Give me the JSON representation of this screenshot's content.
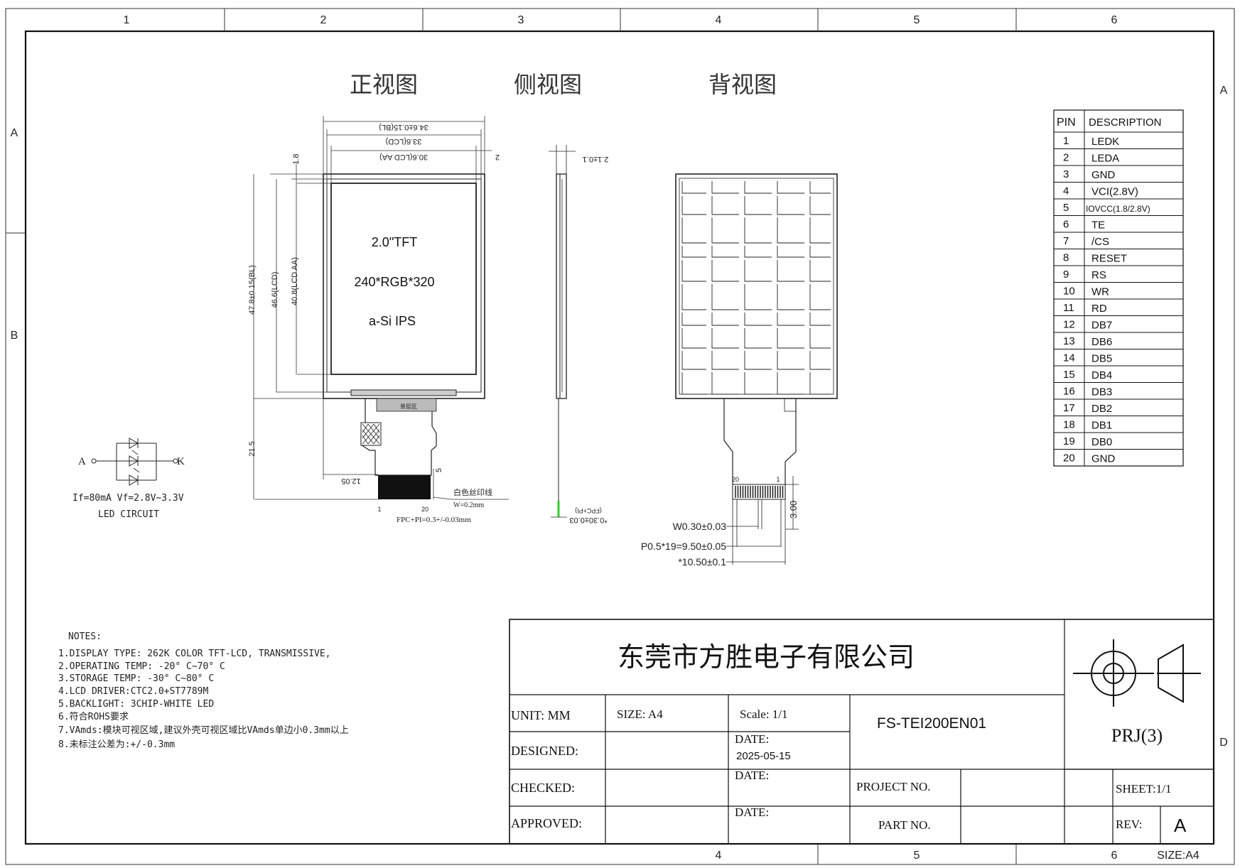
{
  "frame": {
    "cols_top": [
      "1",
      "2",
      "3",
      "4",
      "5",
      "6"
    ],
    "rows_left": [
      "A",
      "B"
    ],
    "rows_right": [
      "A",
      "D"
    ],
    "cols_bottom": [
      "4",
      "5",
      "6"
    ],
    "size_label": "SIZE:A4"
  },
  "views": {
    "front_title": "正视图",
    "side_title": "侧视图",
    "back_title": "背视图"
  },
  "front": {
    "line1": "2.0\"TFT",
    "line2": "240*RGB*320",
    "line3": "a-Si IPS",
    "dim_bl_width": "34.6±0.15(BL)",
    "dim_lcd_width": "33.6(LCD)",
    "dim_aa_width": "30.6(LCD AA)",
    "dim_gap": "2",
    "dim_top": "1.8",
    "dim_bl_height": "47.8±0.15(BL)",
    "dim_lcd_height": "46.6(LCD)",
    "dim_aa_height": "40.8(LCD AA)",
    "dim_tail": "21.5",
    "dim_offset": "12.05",
    "dim_finger": "5",
    "fpc_label": "单层区",
    "pin_first": "1",
    "pin_last": "20",
    "silk_label": "白色丝印线",
    "silk_width": "W=0.2mm",
    "fpc_thickness": "FPC+PI=0.3+/-0.03mm"
  },
  "side": {
    "thickness": "2.1±0.1",
    "fpc_note": "*0.30±0.03",
    "fpc_sub": "(FPC+PI)"
  },
  "back": {
    "pin_first": "20",
    "pin_last": "1",
    "dim_w": "W0.30±0.03",
    "dim_p": "P0.5*19=9.50±0.05",
    "dim_total": "*10.50±0.1",
    "dim_len": "3.00"
  },
  "led": {
    "anode": "A",
    "cathode": "K",
    "spec": "If=80mA  Vf=2.8V~3.3V",
    "title": "LED CIRCUIT"
  },
  "pin_table": {
    "header_pin": "PIN",
    "header_desc": "DESCRIPTION",
    "rows": [
      {
        "pin": "1",
        "desc": "LEDK"
      },
      {
        "pin": "2",
        "desc": "LEDA"
      },
      {
        "pin": "3",
        "desc": "GND"
      },
      {
        "pin": "4",
        "desc": "VCI(2.8V)"
      },
      {
        "pin": "5",
        "desc": "IOVCC(1.8/2.8V)"
      },
      {
        "pin": "6",
        "desc": "TE"
      },
      {
        "pin": "7",
        "desc": "/CS"
      },
      {
        "pin": "8",
        "desc": "RESET"
      },
      {
        "pin": "9",
        "desc": "RS"
      },
      {
        "pin": "10",
        "desc": "WR"
      },
      {
        "pin": "11",
        "desc": "RD"
      },
      {
        "pin": "12",
        "desc": "DB7"
      },
      {
        "pin": "13",
        "desc": "DB6"
      },
      {
        "pin": "14",
        "desc": "DB5"
      },
      {
        "pin": "15",
        "desc": "DB4"
      },
      {
        "pin": "16",
        "desc": "DB3"
      },
      {
        "pin": "17",
        "desc": "DB2"
      },
      {
        "pin": "18",
        "desc": "DB1"
      },
      {
        "pin": "19",
        "desc": "DB0"
      },
      {
        "pin": "20",
        "desc": "GND"
      }
    ]
  },
  "notes": {
    "title": "NOTES:",
    "items": [
      "1.DISPLAY TYPE: 262K COLOR TFT-LCD, TRANSMISSIVE,",
      "2.OPERATING TEMP: -20° C~70° C",
      "3.STORAGE TEMP: -30° C~80° C",
      "4.LCD DRIVER:CTC2.0+ST7789M",
      "5.BACKLIGHT: 3CHIP-WHITE LED",
      "6.符合ROHS要求",
      "7.VAmds:模块可视区域,建议外壳可视区域比VAmds单边小0.3mm以上",
      "8.未标注公差为:+/-0.3mm"
    ]
  },
  "title_block": {
    "company": "东莞市方胜电子有限公司",
    "unit": "UNIT: MM",
    "size": "SIZE:  A4",
    "scale": "Scale:   1/1",
    "part_code": "FS-TEI200EN01",
    "projection": "PRJ(3)",
    "designed": "DESIGNED:",
    "date_label": "DATE:",
    "date_value": "2025-05-15",
    "checked": "CHECKED:",
    "approved": "APPROVED:",
    "project_no": "PROJECT NO.",
    "sheet": "SHEET:1/1",
    "part_no": "PART NO.",
    "rev_label": "REV:",
    "rev_value": "A"
  }
}
